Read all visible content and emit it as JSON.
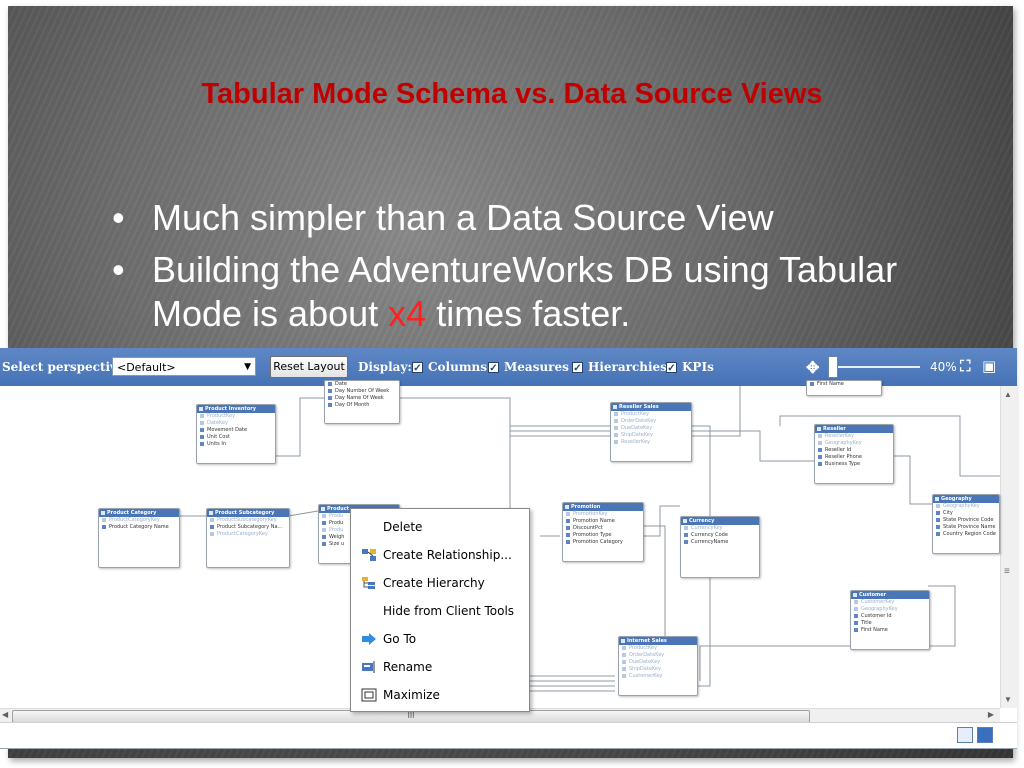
{
  "slide": {
    "title": "Tabular Mode Schema vs. Data Source Views",
    "bullets": [
      {
        "text": "Much simpler than a Data Source View"
      },
      {
        "text_before": "Building the AdventureWorks DB using Tabular Mode is about ",
        "highlight": "x4",
        "text_after": " times faster."
      }
    ],
    "title_color": "#c00000",
    "highlight_color": "#ff2020"
  },
  "toolbar": {
    "perspective_label": "Select perspective:",
    "perspective_value": "<Default>",
    "reset_label": "Reset Layout",
    "display_label": "Display:",
    "display_options": [
      {
        "label": "Columns",
        "checked": true
      },
      {
        "label": "Measures",
        "checked": true
      },
      {
        "label": "Hierarchies",
        "checked": true
      },
      {
        "label": "KPIs",
        "checked": true
      }
    ],
    "zoom": "40%",
    "bar_color": "#4673b7"
  },
  "tables": {
    "date": {
      "columns": [
        "Date",
        "Day Number Of Week",
        "Day Name Of Week",
        "Day Of Month"
      ]
    },
    "product_inventory": {
      "name": "Product Inventory",
      "columns": [
        "ProductKey",
        "DateKey",
        "Movement Date",
        "Unit Cost",
        "Units In"
      ]
    },
    "reseller_sales": {
      "name": "Reseller Sales",
      "columns": [
        "ProductKey",
        "OrderDateKey",
        "DueDateKey",
        "ShipDateKey",
        "ResellerKey"
      ]
    },
    "top_right": {
      "columns": [
        "First Name"
      ]
    },
    "reseller": {
      "name": "Reseller",
      "columns": [
        "ResellerKey",
        "GeographyKey",
        "Reseller Id",
        "Reseller Phone",
        "Business Type"
      ]
    },
    "product_category": {
      "name": "Product Category",
      "columns": [
        "ProductCategoryKey",
        "Product Category Name"
      ]
    },
    "product_subcategory": {
      "name": "Product Subcategory",
      "columns": [
        "ProductSubcategoryKey",
        "Product Subcategory Na...",
        "ProductCategoryKey"
      ]
    },
    "product": {
      "name": "Product",
      "columns": [
        "Produ",
        "Produ",
        "Produ",
        "Weigh",
        "Size u"
      ]
    },
    "promotion": {
      "name": "Promotion",
      "columns": [
        "PromotionKey",
        "Promotion Name",
        "DiscountPct",
        "Promotion Type",
        "Promotion Category"
      ]
    },
    "currency": {
      "name": "Currency",
      "columns": [
        "CurrencyKey",
        "Currency Code",
        "CurrencyName"
      ]
    },
    "geography": {
      "name": "Geography",
      "columns": [
        "GeographyKey",
        "City",
        "State Province Code",
        "State Province Name",
        "Country Region Code"
      ]
    },
    "customer": {
      "name": "Customer",
      "columns": [
        "CustomerKey",
        "GeographyKey",
        "Customer Id",
        "Title",
        "First Name"
      ]
    },
    "internet_sales": {
      "name": "Internet Sales",
      "columns": [
        "ProductKey",
        "OrderDateKey",
        "DueDateKey",
        "ShipDateKey",
        "CustomerKey"
      ]
    }
  },
  "context_menu": {
    "items": [
      {
        "label": "Delete"
      },
      {
        "label": "Create Relationship..."
      },
      {
        "label": "Create Hierarchy"
      },
      {
        "label": "Hide from Client Tools"
      },
      {
        "label": "Go To"
      },
      {
        "label": "Rename"
      },
      {
        "label": "Maximize"
      }
    ]
  },
  "scrollbar": {
    "grip": "III"
  }
}
